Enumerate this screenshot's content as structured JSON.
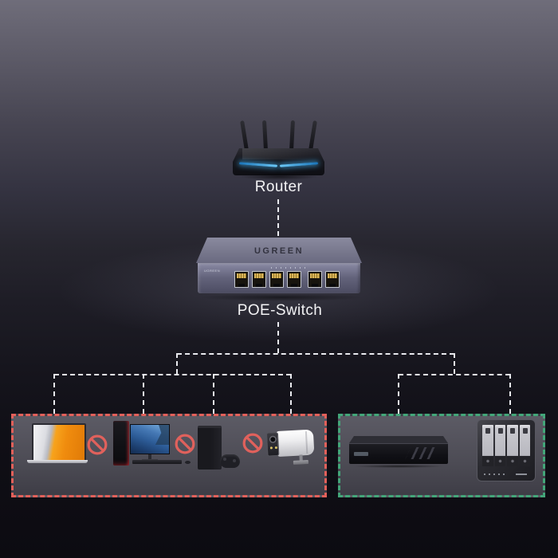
{
  "router": {
    "label": "Router"
  },
  "poe_switch": {
    "label": "POE-Switch",
    "brand": "UGREEN",
    "port_count": 6
  },
  "colors": {
    "connector_line": "#e9eaef",
    "blocked_group_border": "#e2605a",
    "allowed_group_border": "#43a679",
    "label_text": "#f3f3f5",
    "router_light_blue": "#46b4f2",
    "prohibited_icon": "#e0615c"
  },
  "blocked_group": {
    "devices": [
      "laptop",
      "desktop-pc",
      "game-console",
      "poe-camera"
    ],
    "prohibited_mark_count": 3
  },
  "allowed_group": {
    "devices": [
      "video-recorder",
      "nas-storage"
    ]
  }
}
